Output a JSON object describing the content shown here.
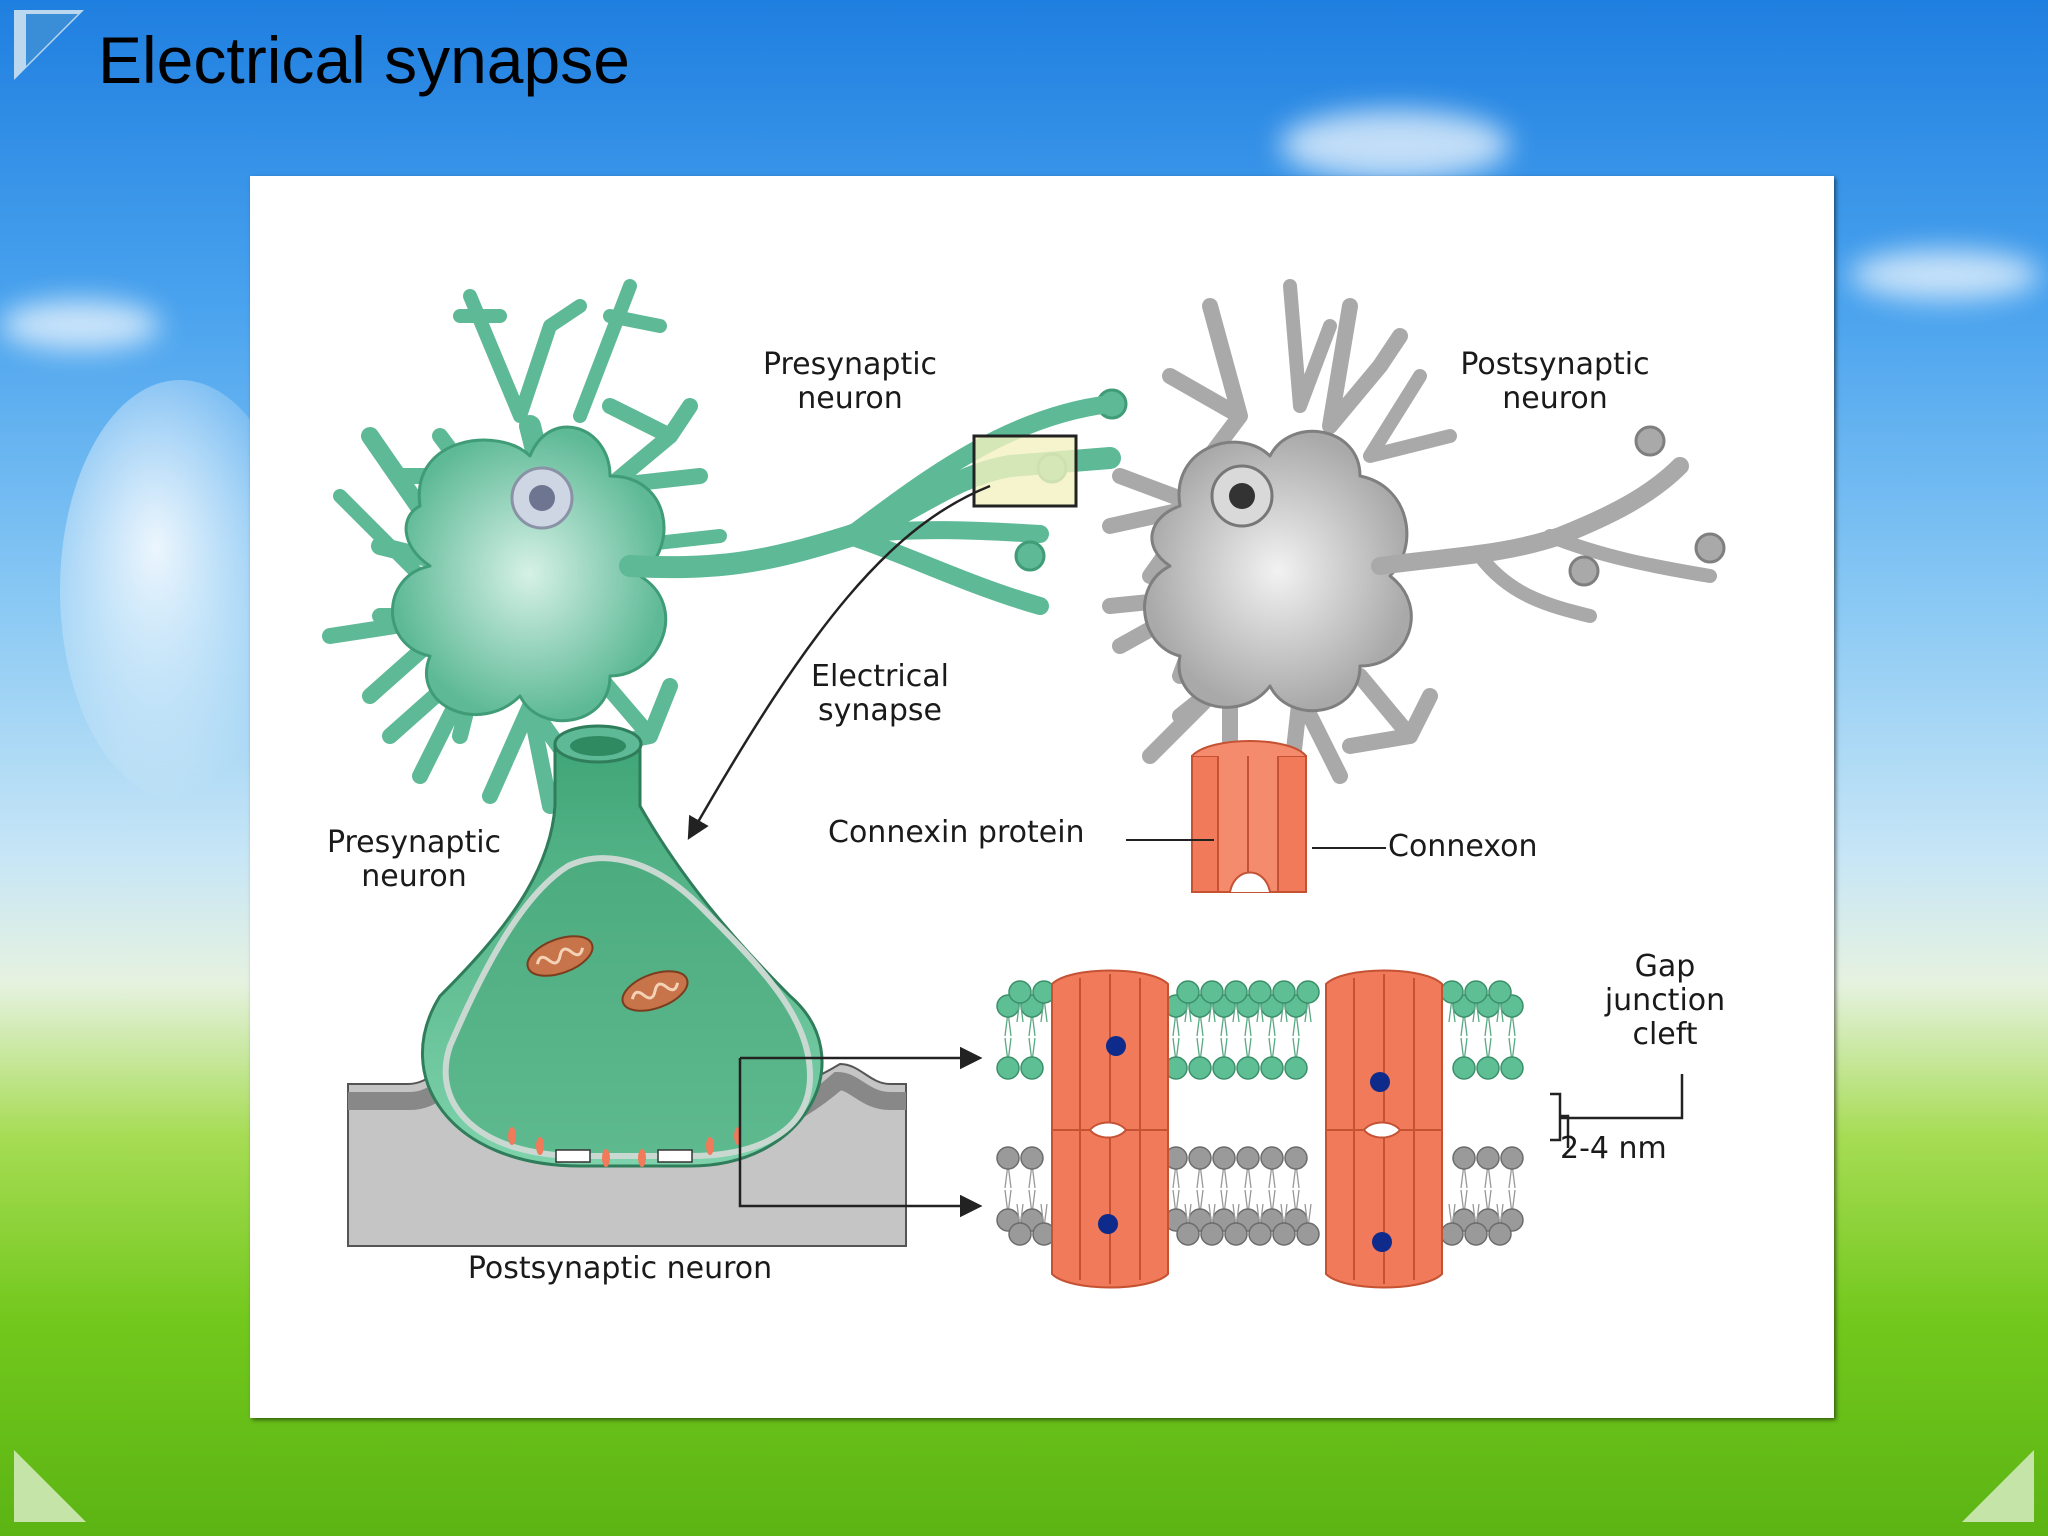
{
  "slide": {
    "title": "Electrical synapse"
  },
  "diagram": {
    "presynaptic_top": [
      "Presynaptic",
      "neuron"
    ],
    "postsynaptic_top": [
      "Postsynaptic",
      "neuron"
    ],
    "electrical_synapse": [
      "Electrical",
      "synapse"
    ],
    "presynaptic_bottom": [
      "Presynaptic",
      "neuron"
    ],
    "postsynaptic_bottom": "Postsynaptic neuron",
    "connexin_protein": "Connexin protein",
    "connexon": "Connexon",
    "gap_junction_cleft": [
      "Gap",
      "junction",
      "cleft"
    ],
    "gap_width": "2-4 nm"
  },
  "colors": {
    "presynaptic_green": "#5db996",
    "postsynaptic_gray": "#a9a9a9",
    "connexon_orange": "#f07a5a",
    "dot_blue": "#0e2b8c"
  }
}
